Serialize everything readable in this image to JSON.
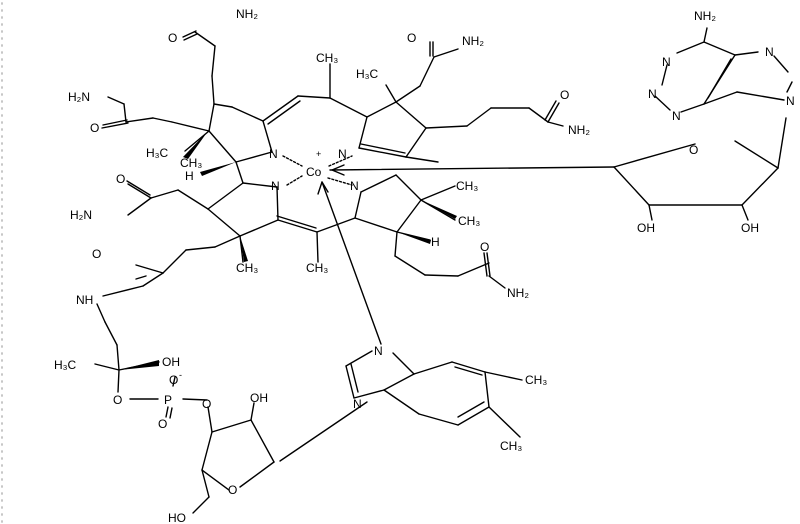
{
  "diagram": {
    "type": "chemical-structure",
    "labels": {
      "nh2_top": "NH₂",
      "o_top": "O",
      "ch3_top": "CH₃",
      "h3c_top": "H₃C",
      "nh2_top_right": "NH₂",
      "o_top_right": "O",
      "h2n_left": "H₂N",
      "o_left": "O",
      "o_right_chain": "O",
      "nh2_right_chain": "NH₂",
      "h3c_left": "H₃C",
      "ch3_left": "CH₃",
      "n_upper_left": "N",
      "co": "Co",
      "co_charge": "+",
      "n_upper_right": "N",
      "h_left": "H",
      "n_lower_left": "N",
      "n_lower_right": "N",
      "ch3_right_1": "CH₃",
      "ch3_right_2": "CH₃",
      "o_left_low": "O",
      "h2n_left_low": "H₂N",
      "h_right": "H",
      "ch3_mid_left": "CH₃",
      "ch3_mid": "CH₃",
      "o_amide_right": "O",
      "nh2_amide_right": "NH₂",
      "o_amide_left": "O",
      "nh": "NH",
      "h3c_bottom": "H₃C",
      "oh_bottom": "OH",
      "o_phos_minus": "O",
      "phos_minus": "-",
      "o_link_left": "O",
      "p": "P",
      "o_link_right": "O",
      "o_phos_double": "O",
      "oh_ribose": "OH",
      "o_ribose": "O",
      "ho_ribose": "HO",
      "n_bzim_top": "N",
      "n_bzim_bottom": "N",
      "ch3_bzim_1": "CH₃",
      "ch3_bzim_2": "CH₃",
      "nh2_adenine": "NH₂",
      "n_ad_1": "N",
      "n_ad_2": "N",
      "n_ad_3": "N",
      "n_ad_4": "N",
      "n_ad_5": "N",
      "o_sugar": "O",
      "oh_sugar_left": "OH",
      "oh_sugar_right": "OH"
    }
  }
}
